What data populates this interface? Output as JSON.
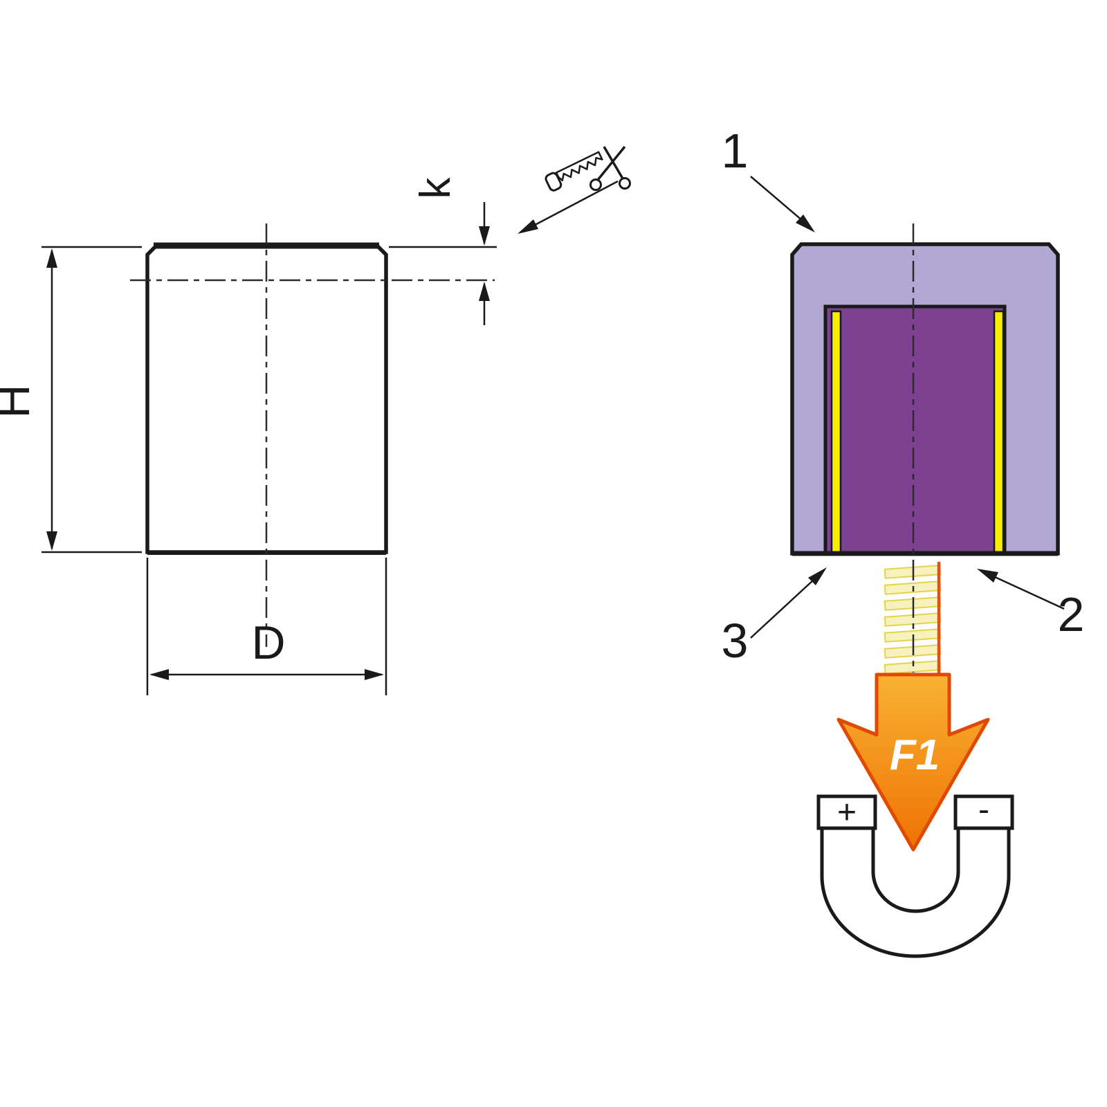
{
  "colors": {
    "line": "#1a1a1a",
    "centerline": "#2b2b2b",
    "background": "#ffffff",
    "housing_fill": "#b3a8d4",
    "core_fill": "#7e4090",
    "pole_strip_fill": "#f8ec00",
    "field_stripe_fill": "#f7f2bd",
    "field_stripe_edge": "#e2d44e",
    "field_line": "#e84e12",
    "arrow_gradient_top": "#f9b233",
    "arrow_gradient_bottom": "#ee7203",
    "arrow_outline": "#e04a00",
    "force_text": "#ffffff"
  },
  "left_drawing": {
    "height_label": "H",
    "diameter_label": "D",
    "top_plate_label": "k"
  },
  "cross_section": {
    "callout_1": "1",
    "callout_2": "2",
    "callout_3": "3",
    "force_label": "F1",
    "pole_plus": "+",
    "pole_minus": "-"
  }
}
